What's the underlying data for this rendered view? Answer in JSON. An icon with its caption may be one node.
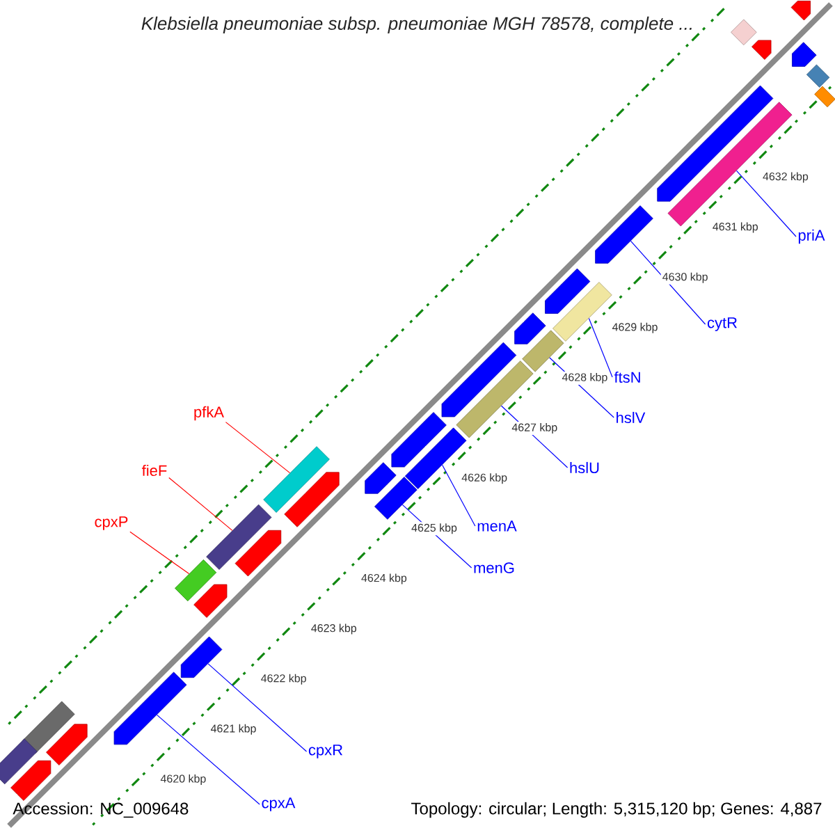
{
  "diagram": {
    "title": "Klebsiella pneumoniae subsp. pneumoniae MGH 78578, complete ...",
    "nodes": [
      {
        "text": [
          "priA"
        ]
      },
      {
        "text": [
          "cytR"
        ]
      },
      {
        "text": [
          "ftsN"
        ]
      },
      {
        "text": [
          "hslV"
        ]
      },
      {
        "text": [
          "hslU"
        ]
      },
      {
        "text": [
          "menA"
        ]
      },
      {
        "text": [
          "menG"
        ]
      },
      {
        "text": [
          "pfkA"
        ]
      },
      {
        "text": [
          "fieF"
        ]
      },
      {
        "text": [
          "cpxP"
        ]
      },
      {
        "text": [
          "cpxR"
        ]
      },
      {
        "text": [
          "cpxA"
        ]
      },
      {
        "text": [],
        "shape": "arrow"
      },
      {
        "text": [],
        "shape": "arrow"
      },
      {
        "text": [],
        "shape": "bar"
      },
      {
        "text": [],
        "shape": "bar"
      },
      {
        "text": [],
        "shape": "arrow"
      },
      {
        "text": [],
        "shape": "bar"
      },
      {
        "text": [],
        "shape": "arrow"
      },
      {
        "text": [],
        "shape": "bar"
      },
      {
        "text": [],
        "shape": "arrow"
      },
      {
        "text": [],
        "shape": "arrow"
      },
      {
        "text": [],
        "shape": "bar"
      },
      {
        "text": [],
        "shape": "arrow"
      },
      {
        "text": [],
        "shape": "bar"
      },
      {
        "text": [],
        "shape": "arrow"
      },
      {
        "text": [],
        "shape": "bar"
      },
      {
        "text": [],
        "shape": "arrow"
      },
      {
        "text": [],
        "shape": "bar"
      },
      {
        "text": [],
        "shape": "arrow"
      },
      {
        "text": [],
        "shape": "bar"
      },
      {
        "text": [],
        "shape": "arrow"
      },
      {
        "text": [],
        "shape": "bar"
      },
      {
        "text": [],
        "shape": "arrow"
      },
      {
        "text": [],
        "shape": "bar"
      },
      {
        "text": [],
        "shape": "arrow"
      },
      {
        "text": [],
        "shape": "bar"
      },
      {
        "text": [],
        "shape": "arrow"
      },
      {
        "text": [],
        "shape": "arrow"
      },
      {
        "text": [],
        "shape": "arrow"
      },
      {
        "text": [],
        "shape": "bar"
      },
      {
        "text": [],
        "shape": "arrow"
      },
      {
        "text": [],
        "shape": "bar"
      }
    ],
    "edges": [
      {
        "from": 0,
        "to": 19,
        "arrow": "none"
      },
      {
        "from": 1,
        "to": 20,
        "arrow": "none"
      },
      {
        "from": 2,
        "to": 22,
        "arrow": "none"
      },
      {
        "from": 3,
        "to": 24,
        "arrow": "none"
      },
      {
        "from": 4,
        "to": 26,
        "arrow": "none"
      },
      {
        "from": 5,
        "to": 28,
        "arrow": "none"
      },
      {
        "from": 6,
        "to": 30,
        "arrow": "none"
      },
      {
        "from": 7,
        "to": 32,
        "arrow": "none",
        "color": "#ff0000"
      },
      {
        "from": 8,
        "to": 34,
        "arrow": "none",
        "color": "#ff0000"
      },
      {
        "from": 9,
        "to": 36,
        "arrow": "none",
        "color": "#ff0000"
      },
      {
        "from": 10,
        "to": 37,
        "arrow": "none"
      },
      {
        "from": 11,
        "to": 38,
        "arrow": "none"
      }
    ],
    "labels": [
      "4632 kbp",
      "4631 kbp",
      "4630 kbp",
      "4629 kbp",
      "4628 kbp",
      "4627 kbp",
      "4626 kbp",
      "4625 kbp",
      "4624 kbp",
      "4623 kbp",
      "4622 kbp",
      "4621 kbp",
      "4620 kbp",
      "Accession: NC_009648",
      "Topology: circular; Length: 5,315,120 bp; Genes: 4,887"
    ]
  }
}
